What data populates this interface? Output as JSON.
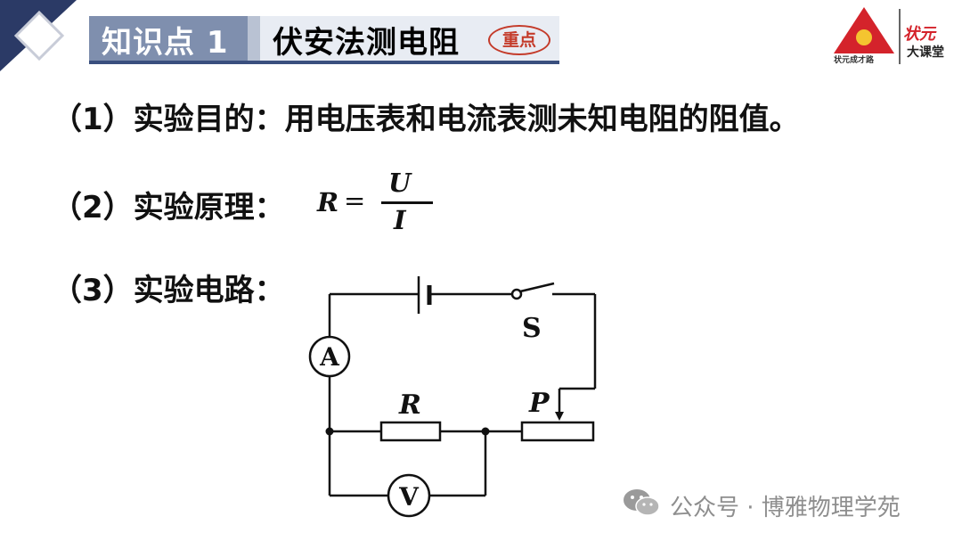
{
  "header": {
    "kp_label": "知识点 1",
    "topic": "伏安法测电阻",
    "stamp": "重点"
  },
  "logo": {
    "caption": "状元成才路",
    "brand_top": "状元",
    "brand_bottom": "大课堂"
  },
  "content": {
    "item1": "（1）实验目的：用电压表和电流表测未知电阻的阻值。",
    "item2": "（2）实验原理：",
    "item3": "（3）实验电路："
  },
  "formula": {
    "lhs": "R",
    "eq": "=",
    "numerator": "U",
    "denominator": "I"
  },
  "circuit": {
    "ammeter": "A",
    "voltmeter": "V",
    "switch": "S",
    "resistor": "R",
    "rheostat_slider": "P"
  },
  "watermark": {
    "text": "公众号 · 博雅物理学苑"
  },
  "colors": {
    "title_band": "#7f8fae",
    "title_bg": "#e8ecf3",
    "stamp": "#c43b2a",
    "brand_red": "#d4232b"
  }
}
